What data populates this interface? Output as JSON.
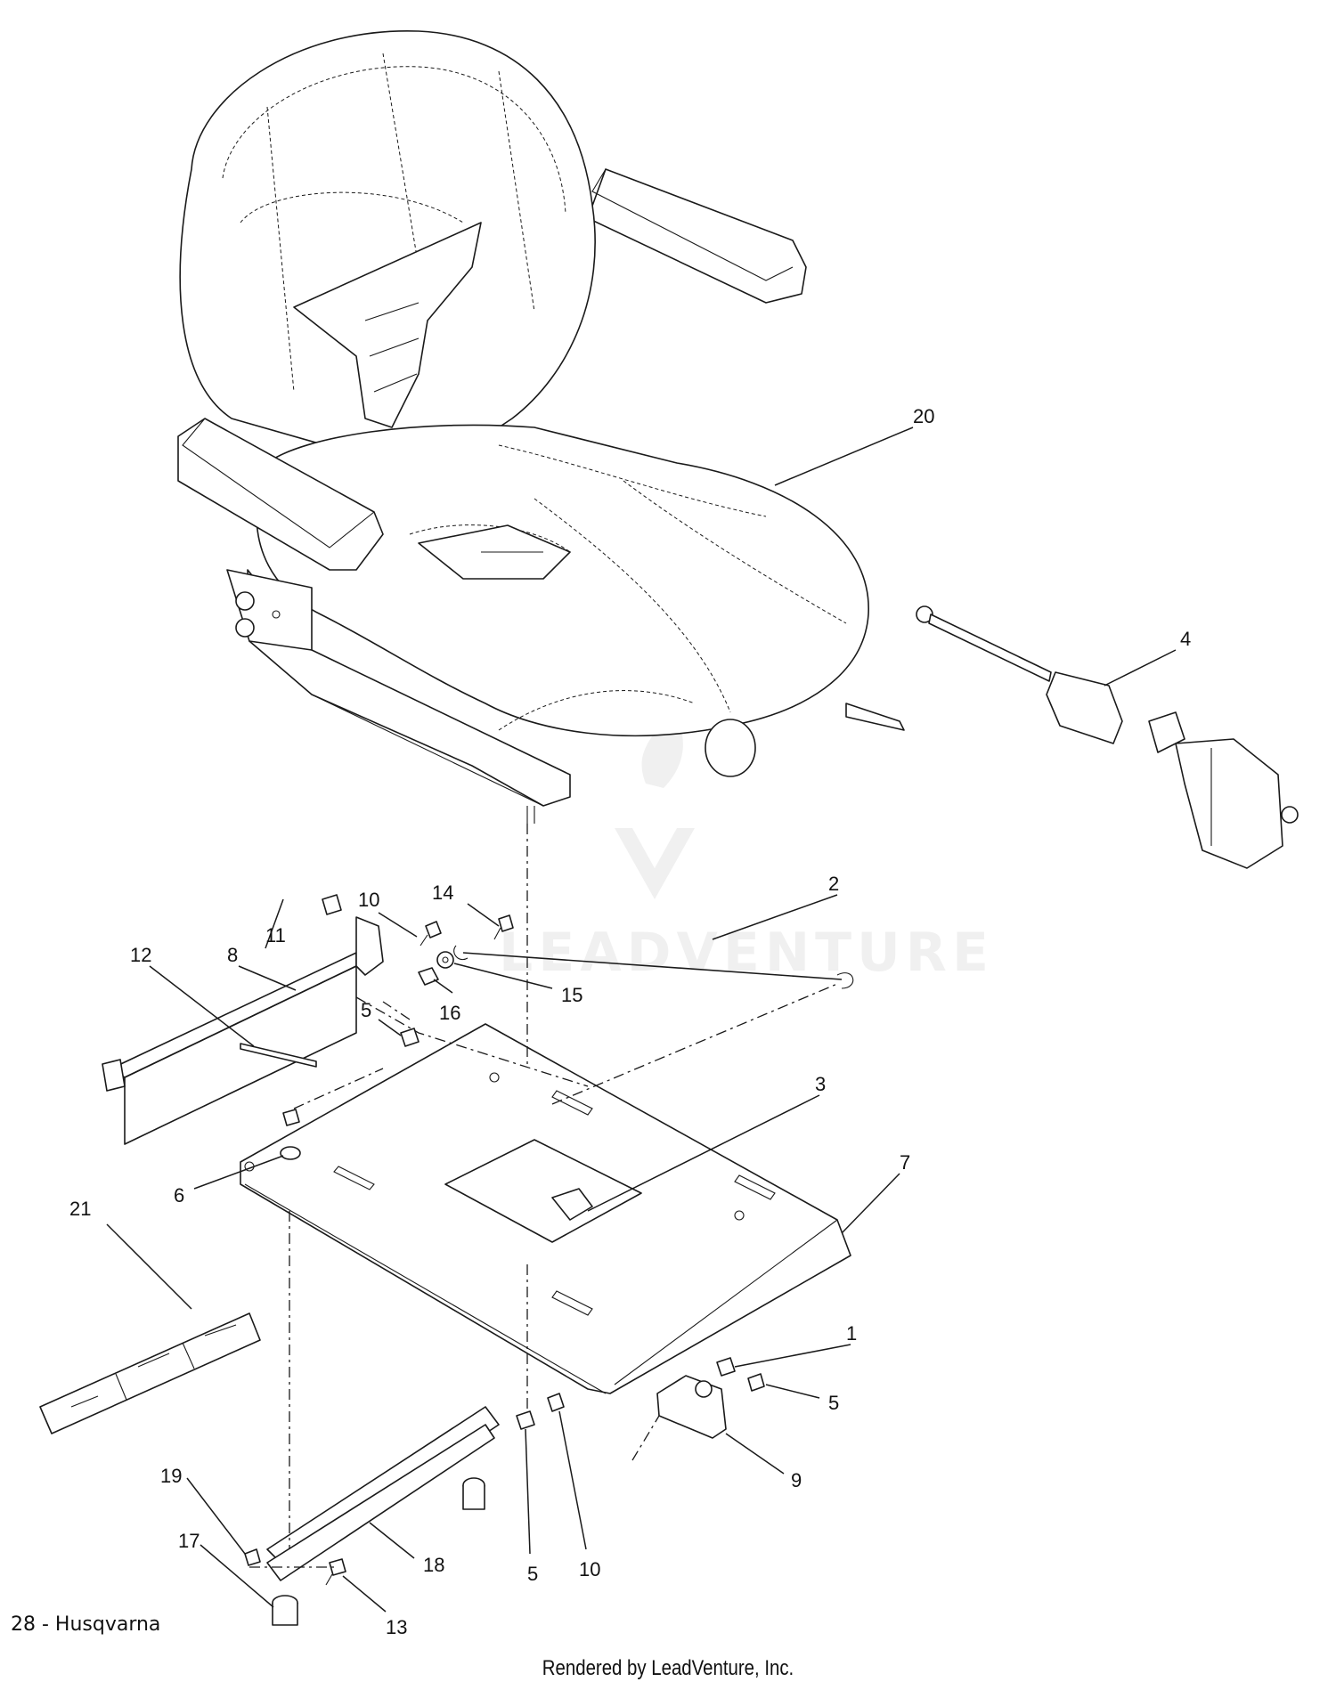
{
  "callouts": [
    {
      "id": "1",
      "label": "1"
    },
    {
      "id": "2",
      "label": "2"
    },
    {
      "id": "3",
      "label": "3"
    },
    {
      "id": "4",
      "label": "4"
    },
    {
      "id": "5a",
      "label": "5"
    },
    {
      "id": "5b",
      "label": "5"
    },
    {
      "id": "5c",
      "label": "5"
    },
    {
      "id": "6",
      "label": "6"
    },
    {
      "id": "7",
      "label": "7"
    },
    {
      "id": "8",
      "label": "8"
    },
    {
      "id": "9",
      "label": "9"
    },
    {
      "id": "10a",
      "label": "10"
    },
    {
      "id": "10b",
      "label": "10"
    },
    {
      "id": "11",
      "label": "11"
    },
    {
      "id": "12",
      "label": "12"
    },
    {
      "id": "13",
      "label": "13"
    },
    {
      "id": "14",
      "label": "14"
    },
    {
      "id": "15",
      "label": "15"
    },
    {
      "id": "16",
      "label": "16"
    },
    {
      "id": "17",
      "label": "17"
    },
    {
      "id": "18",
      "label": "18"
    },
    {
      "id": "19",
      "label": "19"
    },
    {
      "id": "20",
      "label": "20"
    },
    {
      "id": "21",
      "label": "21"
    }
  ],
  "footer": {
    "page_label": "28 - Husqvarna",
    "rendered_by": "Rendered by LeadVenture, Inc."
  },
  "watermark": {
    "text": "LEADVENTURE"
  }
}
